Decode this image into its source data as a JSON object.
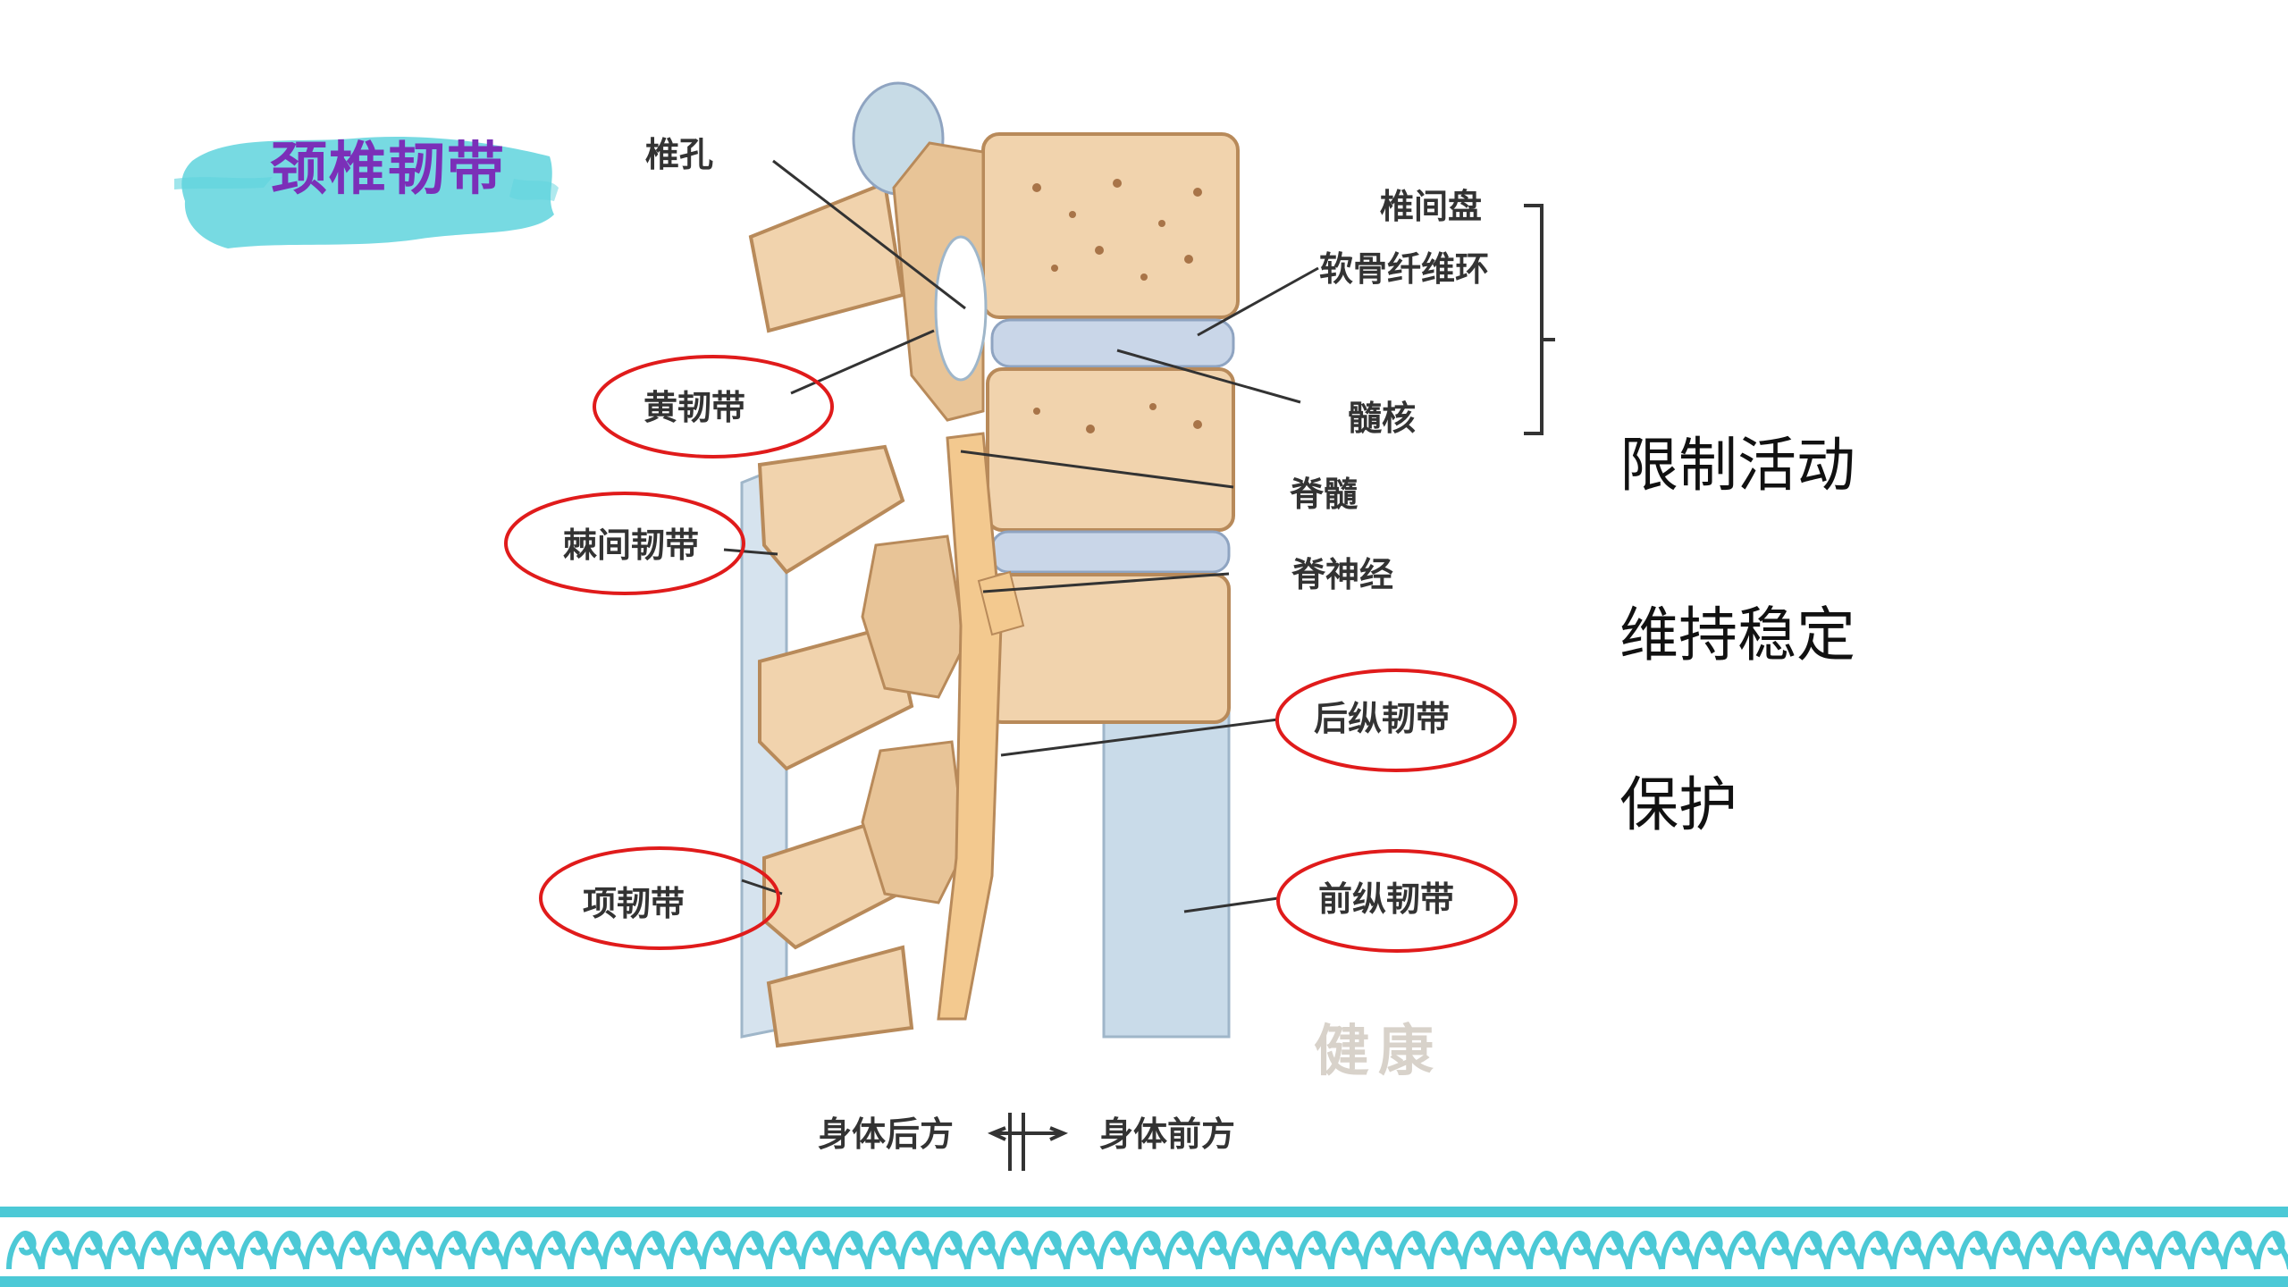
{
  "title": "颈椎韧带",
  "labels": {
    "foramen": "椎孔",
    "disc": "椎间盘",
    "annulus": "软骨纤维环",
    "nucleus": "髓核",
    "spinal_cord": "脊髓",
    "spinal_nerve": "脊神经",
    "ligamentum_flavum": "黄韧带",
    "interspinous": "棘间韧带",
    "nuchal": "项韧带",
    "posterior_longitudinal": "后纵韧带",
    "anterior_longitudinal": "前纵韧带",
    "body_back": "身体后方",
    "body_front": "身体前方"
  },
  "watermark": "健康",
  "points": [
    "限制活动",
    "维持稳定",
    "保护"
  ],
  "colors": {
    "title": "#7b2fb8",
    "accent_teal": "#4cc9d6",
    "highlight_red": "#e01b1b",
    "bone": "#f1d3ad",
    "ligament": "#c9dbe9"
  }
}
